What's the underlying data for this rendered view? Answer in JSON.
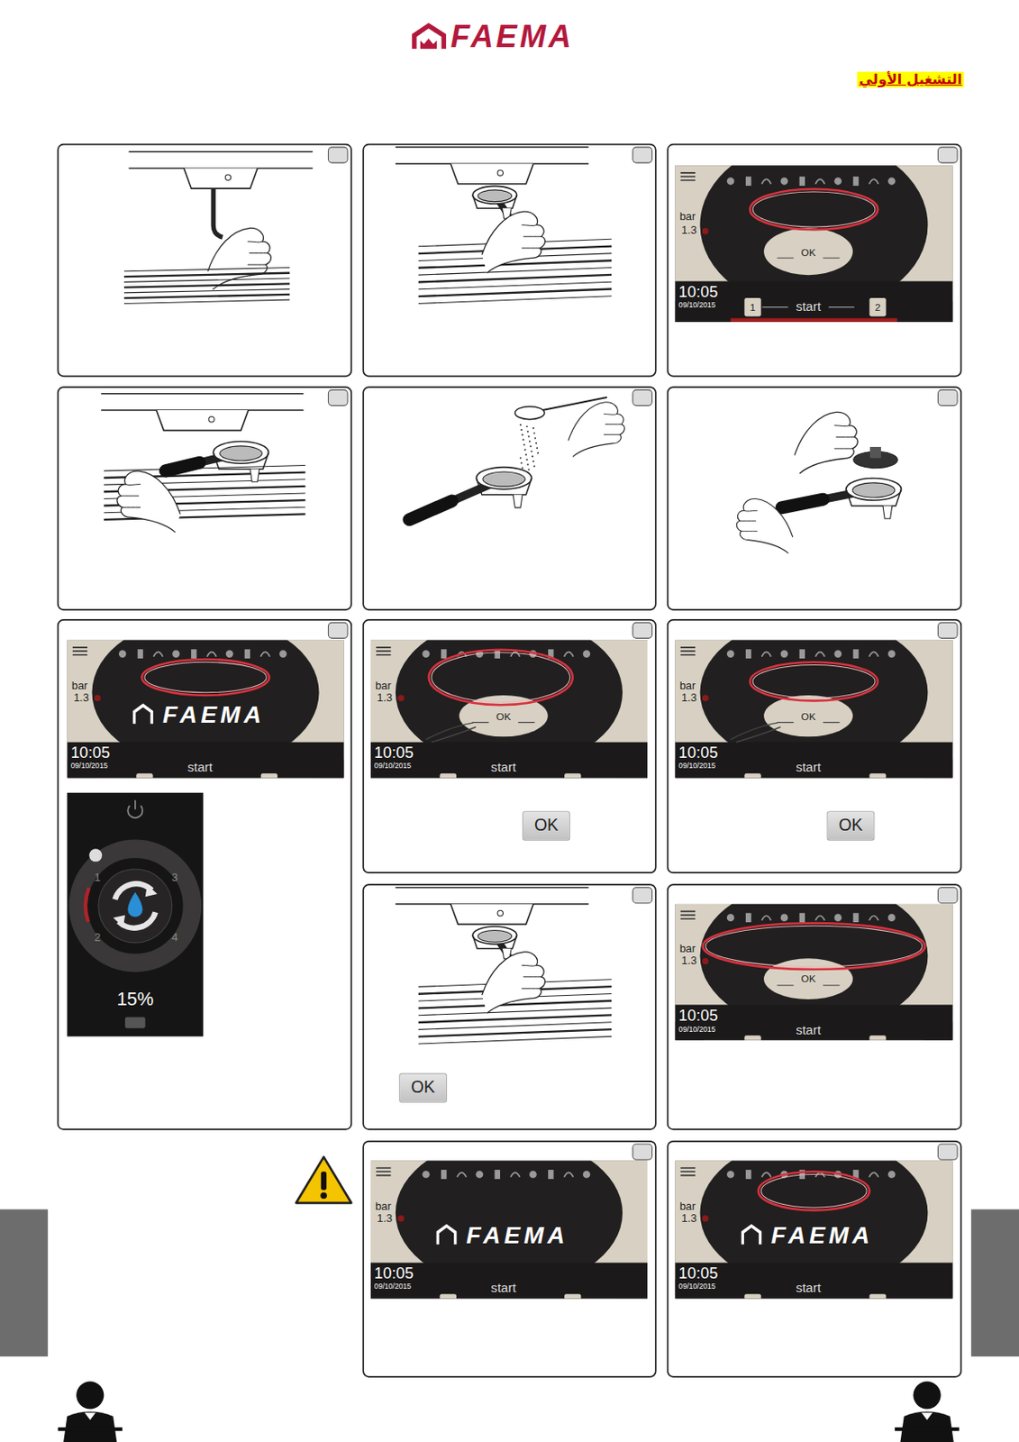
{
  "diagram": {
    "title": "التشغيل الأولي",
    "nodes": [
      {
        "text": [
          "OK"
        ]
      },
      {
        "text": [
          "OK"
        ]
      },
      {
        "text": [
          "OK"
        ]
      }
    ],
    "labels": [
      "FAEMA",
      "bar",
      "1.3",
      "OK",
      "10:05",
      "09/10/2015",
      "1",
      "start",
      "2",
      "bar",
      "1.3",
      "FAEMA",
      "10:05",
      "09/10/2015",
      "start",
      "1",
      "2",
      "3",
      "4",
      "15%",
      "bar",
      "1.3",
      "OK",
      "10:05",
      "09/10/2015",
      "start",
      "bar",
      "1.3",
      "OK",
      "10:05",
      "09/10/2015",
      "start",
      "bar",
      "1.3",
      "OK",
      "10:05",
      "09/10/2015",
      "start",
      "bar",
      "1.3",
      "FAEMA",
      "10:05",
      "09/10/2015",
      "start",
      "bar",
      "1.3",
      "FAEMA",
      "10:05",
      "09/10/2015",
      "start"
    ]
  }
}
